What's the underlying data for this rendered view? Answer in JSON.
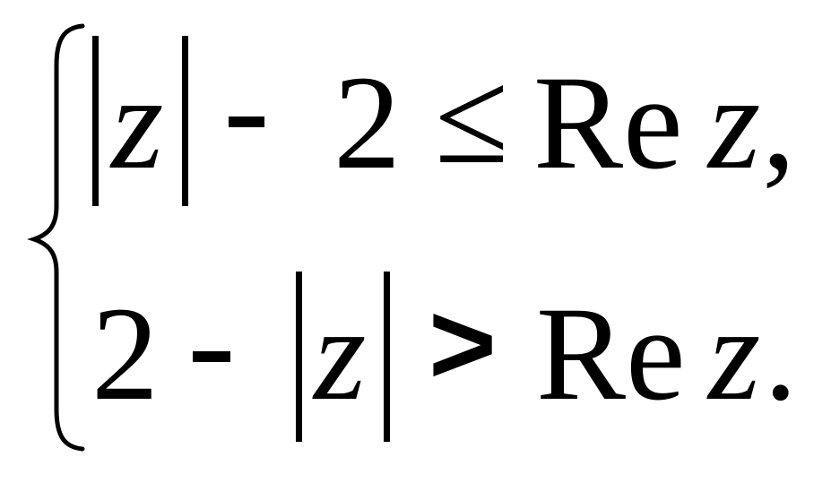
{
  "system": {
    "line1": {
      "variable": "z",
      "minus": "-",
      "constant": "2",
      "relation": "≤",
      "re": "Re",
      "rhs_variable": "z",
      "punct": ","
    },
    "line2": {
      "constant": "2",
      "minus": "-",
      "variable": "z",
      "relation": ">",
      "re": "Re",
      "rhs_variable": "z",
      "punct": "."
    }
  }
}
